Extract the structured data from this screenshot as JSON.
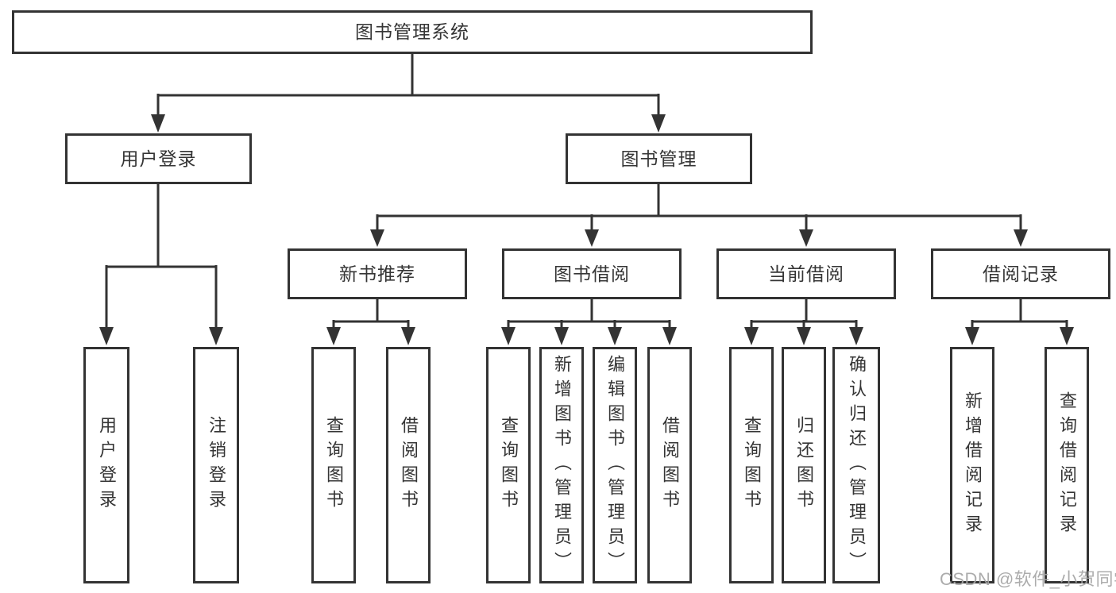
{
  "root": {
    "label": "图书管理系统"
  },
  "user_login": {
    "label": "用户登录",
    "children": {
      "login": {
        "label": "用户登录"
      },
      "logout": {
        "label": "注销登录"
      }
    }
  },
  "book_mgmt": {
    "label": "图书管理",
    "children": {
      "new_books": {
        "label": "新书推荐",
        "children": {
          "query": {
            "label": "查询图书"
          },
          "borrow": {
            "label": "借阅图书"
          }
        }
      },
      "book_borrow": {
        "label": "图书借阅",
        "children": {
          "query": {
            "label": "查询图书"
          },
          "add": {
            "label": "新增图书（管理员）"
          },
          "edit": {
            "label": "编辑图书（管理员）"
          },
          "borrow": {
            "label": "借阅图书"
          }
        }
      },
      "current_borrow": {
        "label": "当前借阅",
        "children": {
          "query": {
            "label": "查询图书"
          },
          "return": {
            "label": "归还图书"
          },
          "confirm": {
            "label": "确认归还（管理员）"
          }
        }
      },
      "borrow_records": {
        "label": "借阅记录",
        "children": {
          "add": {
            "label": "新增借阅记录"
          },
          "query": {
            "label": "查询借阅记录"
          }
        }
      }
    }
  },
  "watermark": "CSDN @软件_小贺同学",
  "colors": {
    "line": "#333333",
    "text": "#353535",
    "background": "#ffffff",
    "watermark": "#a5a5a5"
  }
}
